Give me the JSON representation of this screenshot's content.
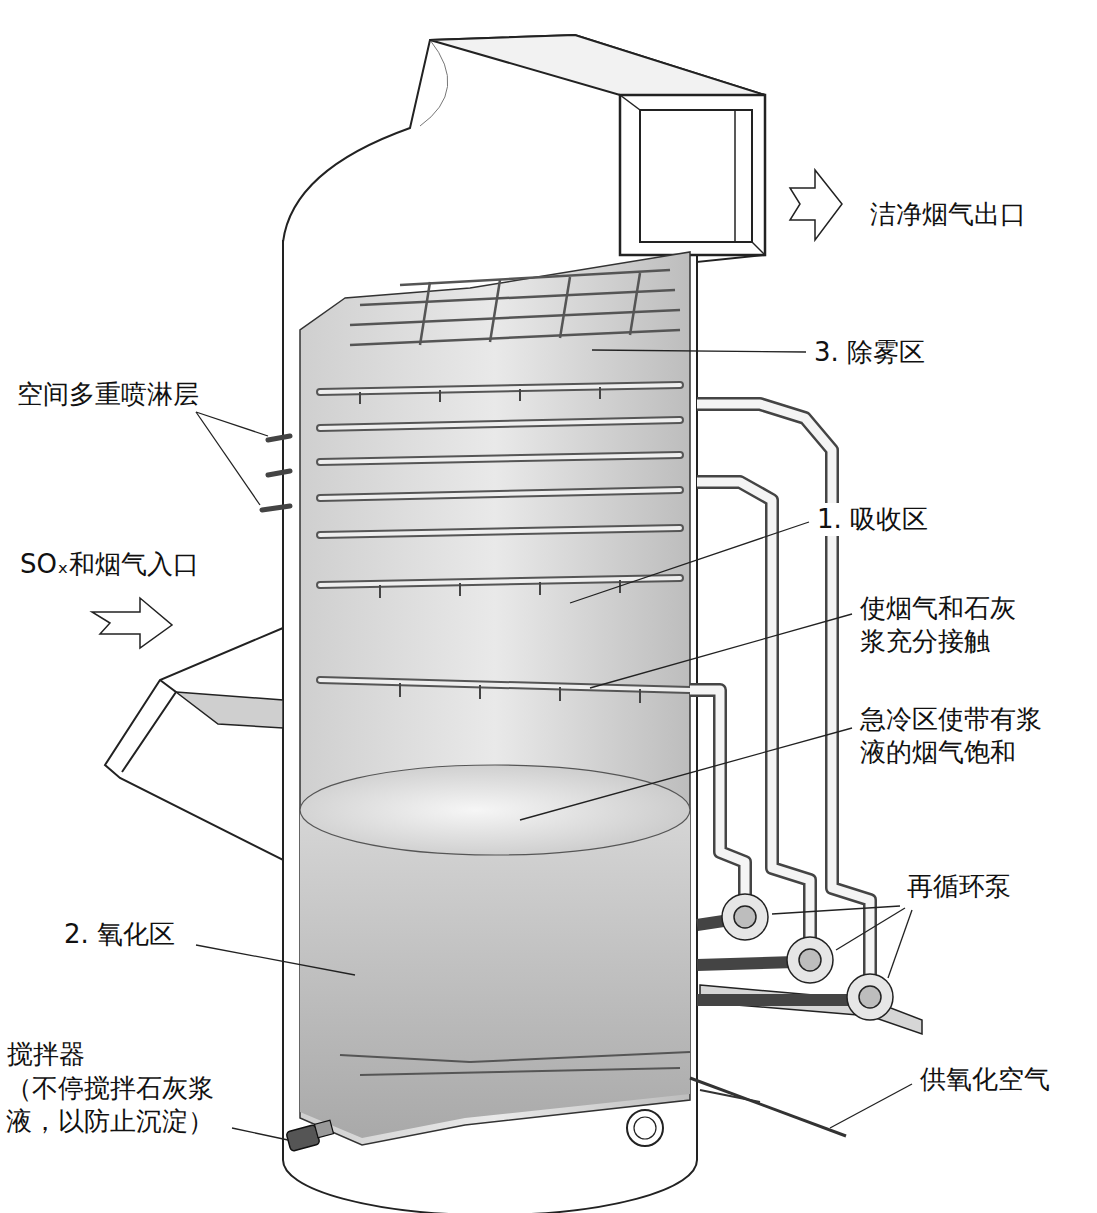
{
  "diagram": {
    "labels": [
      "洁净烟气出口",
      "3. 除雾区",
      "空间多重喷淋层",
      "1. 吸收区",
      "SOₓ和烟气入口",
      "使烟气和石灰 浆充分接触",
      "急冷区使带有浆 液的烟气饱和",
      "再循环泵",
      "2. 氧化区",
      "供氧化空气",
      "搅拌器",
      "（不停搅拌石灰浆 液，以防止沉淀）"
    ]
  }
}
